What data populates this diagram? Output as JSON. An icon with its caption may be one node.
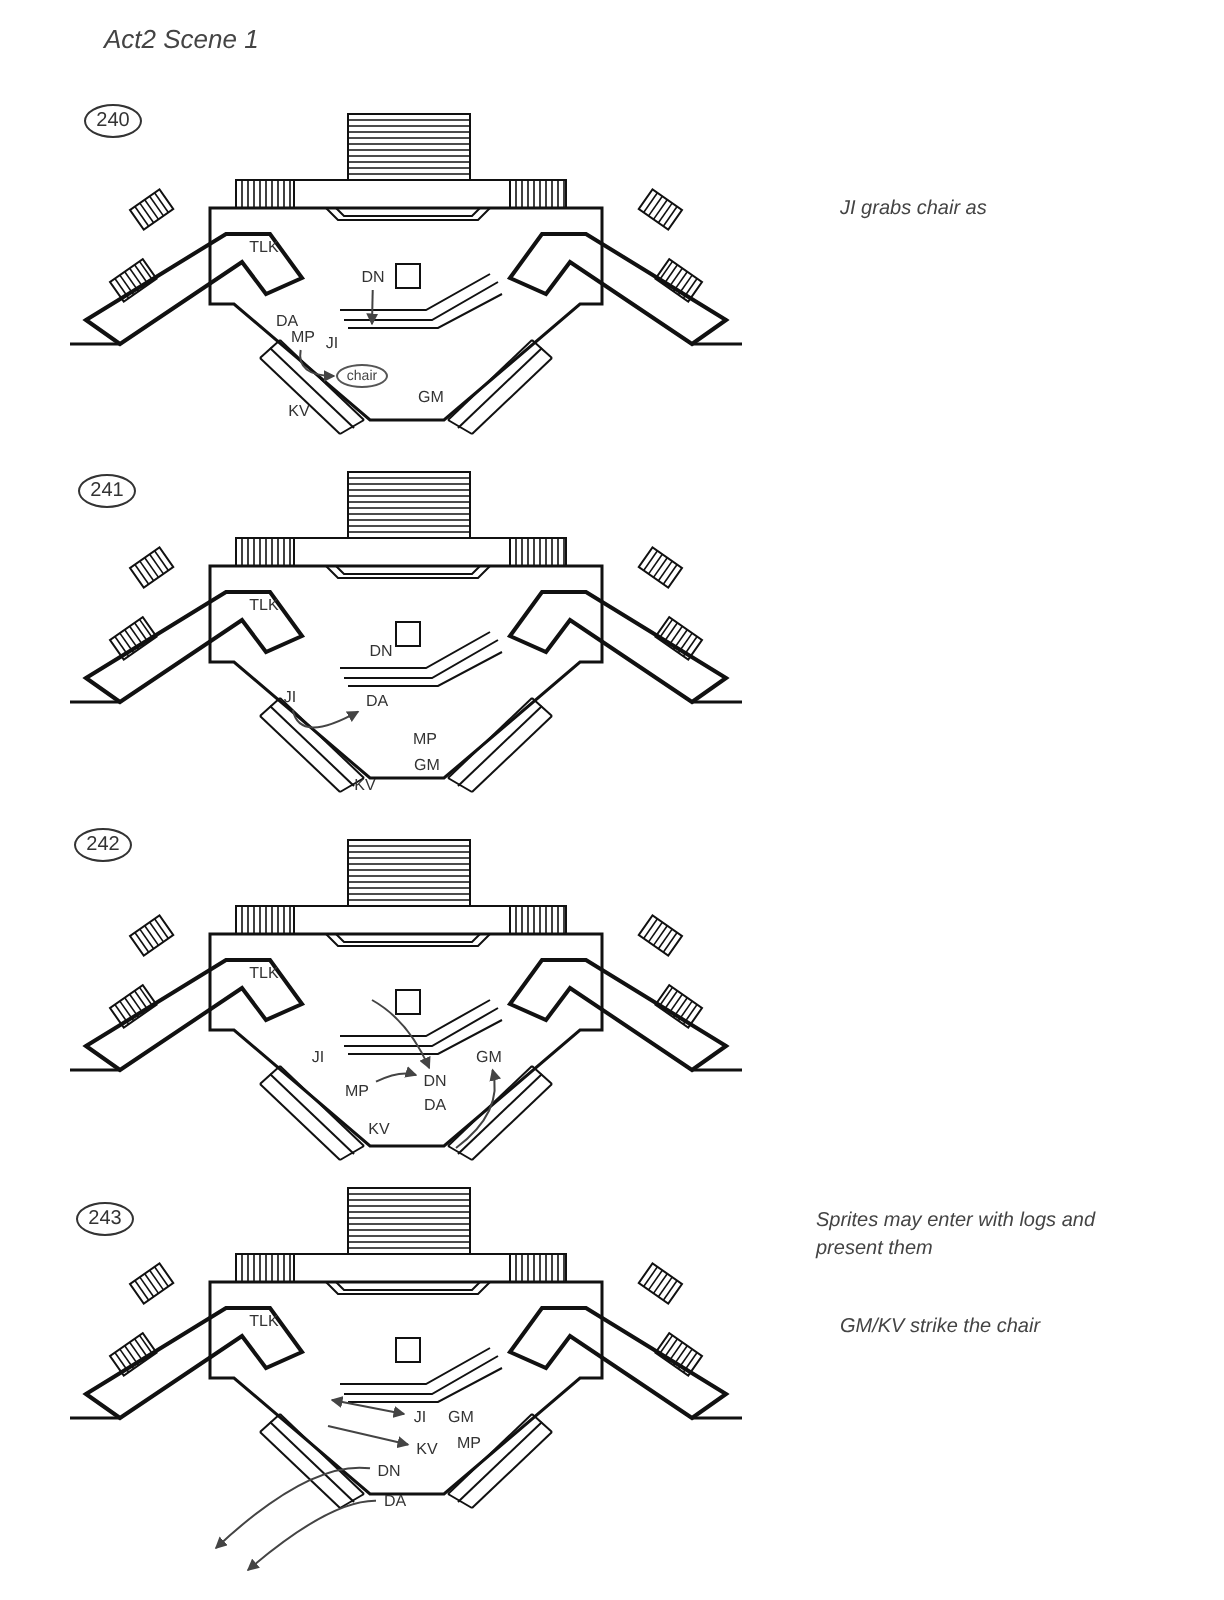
{
  "diagram": {
    "title": "Act2 Scene 1",
    "nodes": [
      {
        "text": [
          "240"
        ]
      },
      {
        "text": [
          "DN"
        ]
      },
      {
        "text": [
          "MP"
        ]
      },
      {
        "text": [
          "chair"
        ]
      },
      {
        "text": [
          "241"
        ]
      },
      {
        "text": [
          "JI"
        ]
      },
      {
        "text": [
          "DA"
        ]
      },
      {
        "text": [
          "242"
        ]
      },
      {
        "text": [
          "DN"
        ]
      },
      {
        "text": [
          "MP"
        ]
      },
      {
        "text": [
          "GM"
        ]
      },
      {
        "text": [
          "243"
        ]
      },
      {
        "text": [
          "JI"
        ]
      },
      {
        "text": [
          "KV"
        ]
      },
      {
        "text": [
          "DN"
        ]
      },
      {
        "text": [
          "DA"
        ]
      }
    ],
    "edges": [
      {
        "from": 1,
        "to": null,
        "arrow": "to"
      },
      {
        "from": 2,
        "to": 3,
        "arrow": "to"
      },
      {
        "from": 5,
        "to": 6,
        "arrow": "to"
      },
      {
        "from": null,
        "to": 8,
        "arrow": "to"
      },
      {
        "from": 9,
        "to": 8,
        "arrow": "to"
      },
      {
        "from": null,
        "to": 10,
        "arrow": "to"
      },
      {
        "from": null,
        "to": 12,
        "arrow": "both"
      },
      {
        "from": null,
        "to": 13,
        "arrow": "to"
      },
      {
        "from": 14,
        "to": null,
        "arrow": "to"
      },
      {
        "from": 15,
        "to": null,
        "arrow": "to"
      }
    ],
    "labels": [
      "JI grabs chair as",
      "TLK",
      "DA",
      "JI",
      "KV",
      "GM",
      "TLK",
      "DN",
      "MP",
      "GM",
      "KV",
      "TLK",
      "JI",
      "DA",
      "KV",
      "Sprites may enter with logs and present them",
      "GM/KV strike the chair",
      "TLK",
      "GM",
      "MP"
    ]
  }
}
